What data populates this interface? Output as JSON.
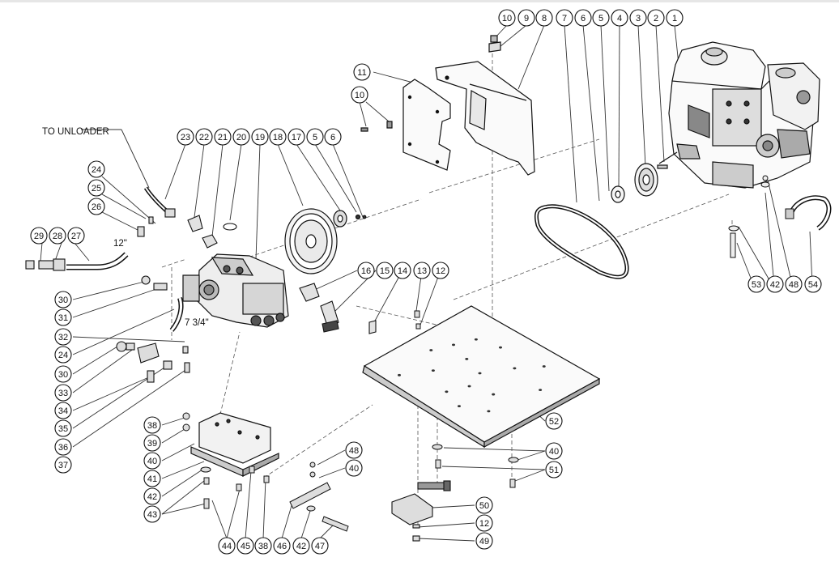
{
  "diagram": {
    "labels": {
      "to_unloader": "TO UNLOADER",
      "hose_12": "12\"",
      "hose_7_3_4": "7 3/4\""
    },
    "callouts": [
      {
        "id": "c10a",
        "text": "10"
      },
      {
        "id": "c9",
        "text": "9"
      },
      {
        "id": "c8",
        "text": "8"
      },
      {
        "id": "c7",
        "text": "7"
      },
      {
        "id": "c6a",
        "text": "6"
      },
      {
        "id": "c5a",
        "text": "5"
      },
      {
        "id": "c4",
        "text": "4"
      },
      {
        "id": "c3",
        "text": "3"
      },
      {
        "id": "c2",
        "text": "2"
      },
      {
        "id": "c1",
        "text": "1"
      },
      {
        "id": "c11",
        "text": "11"
      },
      {
        "id": "c10b",
        "text": "10"
      },
      {
        "id": "c23",
        "text": "23"
      },
      {
        "id": "c22",
        "text": "22"
      },
      {
        "id": "c21",
        "text": "21"
      },
      {
        "id": "c20",
        "text": "20"
      },
      {
        "id": "c19",
        "text": "19"
      },
      {
        "id": "c18",
        "text": "18"
      },
      {
        "id": "c17",
        "text": "17"
      },
      {
        "id": "c5b",
        "text": "5"
      },
      {
        "id": "c6b",
        "text": "6"
      },
      {
        "id": "c24a",
        "text": "24"
      },
      {
        "id": "c25",
        "text": "25"
      },
      {
        "id": "c26",
        "text": "26"
      },
      {
        "id": "c29",
        "text": "29"
      },
      {
        "id": "c28",
        "text": "28"
      },
      {
        "id": "c27",
        "text": "27"
      },
      {
        "id": "c30a",
        "text": "30"
      },
      {
        "id": "c31",
        "text": "31"
      },
      {
        "id": "c32",
        "text": "32"
      },
      {
        "id": "c24b",
        "text": "24"
      },
      {
        "id": "c30b",
        "text": "30"
      },
      {
        "id": "c33",
        "text": "33"
      },
      {
        "id": "c34",
        "text": "34"
      },
      {
        "id": "c35",
        "text": "35"
      },
      {
        "id": "c36",
        "text": "36"
      },
      {
        "id": "c37",
        "text": "37"
      },
      {
        "id": "c16",
        "text": "16"
      },
      {
        "id": "c15",
        "text": "15"
      },
      {
        "id": "c14",
        "text": "14"
      },
      {
        "id": "c13",
        "text": "13"
      },
      {
        "id": "c12a",
        "text": "12"
      },
      {
        "id": "c53",
        "text": "53"
      },
      {
        "id": "c42a",
        "text": "42"
      },
      {
        "id": "c48a",
        "text": "48"
      },
      {
        "id": "c54",
        "text": "54"
      },
      {
        "id": "c38a",
        "text": "38"
      },
      {
        "id": "c39",
        "text": "39"
      },
      {
        "id": "c40a",
        "text": "40"
      },
      {
        "id": "c41",
        "text": "41"
      },
      {
        "id": "c42b",
        "text": "42"
      },
      {
        "id": "c43",
        "text": "43"
      },
      {
        "id": "c48b",
        "text": "48"
      },
      {
        "id": "c40b",
        "text": "40"
      },
      {
        "id": "c52",
        "text": "52"
      },
      {
        "id": "c40c",
        "text": "40"
      },
      {
        "id": "c51",
        "text": "51"
      },
      {
        "id": "c50",
        "text": "50"
      },
      {
        "id": "c12b",
        "text": "12"
      },
      {
        "id": "c49",
        "text": "49"
      },
      {
        "id": "c44",
        "text": "44"
      },
      {
        "id": "c45",
        "text": "45"
      },
      {
        "id": "c38b",
        "text": "38"
      },
      {
        "id": "c46",
        "text": "46"
      },
      {
        "id": "c42c",
        "text": "42"
      },
      {
        "id": "c47",
        "text": "47"
      }
    ]
  }
}
